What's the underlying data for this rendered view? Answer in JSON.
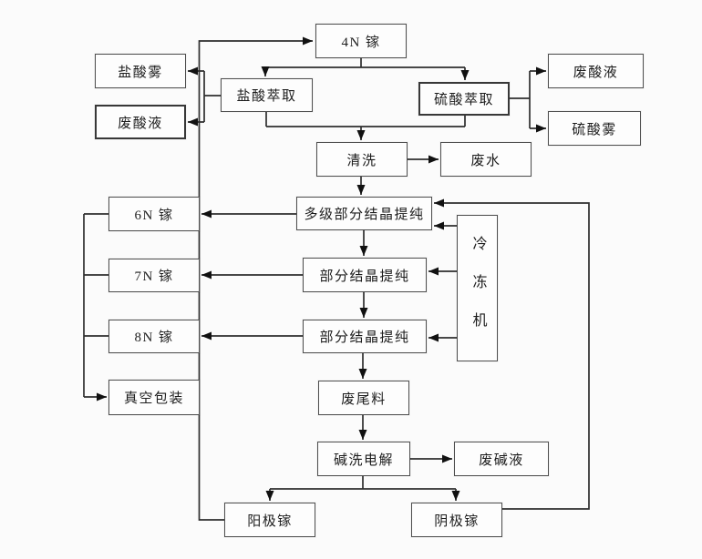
{
  "diagram": {
    "type": "flowchart",
    "language": "zh-CN",
    "background_color": "#fbfbfb",
    "line_color": "#2e2e2e",
    "box_border_color": "#4e4e4e",
    "text_color": "#1c1c1c",
    "nodes": {
      "ga4n": {
        "label": "4N 镓"
      },
      "hcl_mist": {
        "label": "盐酸雾"
      },
      "waste_acid_left": {
        "label": "废酸液"
      },
      "hcl_extract": {
        "label": "盐酸萃取"
      },
      "h2so4_extract": {
        "label": "硫酸萃取"
      },
      "waste_acid_right": {
        "label": "废酸液"
      },
      "h2so4_mist": {
        "label": "硫酸雾"
      },
      "wash": {
        "label": "清洗"
      },
      "waste_water": {
        "label": "废水"
      },
      "multi_stage_crystal": {
        "label": "多级部分结晶提纯"
      },
      "ga6n": {
        "label": "6N 镓"
      },
      "crystal1": {
        "label": "部分结晶提纯"
      },
      "ga7n": {
        "label": "7N 镓"
      },
      "crystal2": {
        "label": "部分结晶提纯"
      },
      "ga8n": {
        "label": "8N 镓"
      },
      "freezer": {
        "label": "冷冻机"
      },
      "vacuum_pack": {
        "label": "真空包装"
      },
      "waste_tailings": {
        "label": "废尾料"
      },
      "alkali_electrolysis": {
        "label": "碱洗电解"
      },
      "waste_alkali": {
        "label": "废碱液"
      },
      "anode_ga": {
        "label": "阳极镓"
      },
      "cathode_ga": {
        "label": "阴极镓"
      }
    },
    "edges": [
      {
        "from": "ga4n",
        "to": "hcl_extract"
      },
      {
        "from": "ga4n",
        "to": "h2so4_extract"
      },
      {
        "from": "hcl_extract",
        "to": "hcl_mist"
      },
      {
        "from": "hcl_extract",
        "to": "waste_acid_left"
      },
      {
        "from": "h2so4_extract",
        "to": "waste_acid_right"
      },
      {
        "from": "h2so4_extract",
        "to": "h2so4_mist"
      },
      {
        "from": "hcl_extract",
        "to": "wash"
      },
      {
        "from": "h2so4_extract",
        "to": "wash"
      },
      {
        "from": "wash",
        "to": "waste_water"
      },
      {
        "from": "wash",
        "to": "multi_stage_crystal"
      },
      {
        "from": "multi_stage_crystal",
        "to": "ga6n"
      },
      {
        "from": "multi_stage_crystal",
        "to": "crystal1"
      },
      {
        "from": "crystal1",
        "to": "ga7n"
      },
      {
        "from": "crystal1",
        "to": "crystal2"
      },
      {
        "from": "crystal2",
        "to": "ga8n"
      },
      {
        "from": "crystal2",
        "to": "waste_tailings"
      },
      {
        "from": "ga6n",
        "to": "vacuum_pack"
      },
      {
        "from": "ga7n",
        "to": "vacuum_pack"
      },
      {
        "from": "ga8n",
        "to": "vacuum_pack"
      },
      {
        "from": "freezer",
        "to": "multi_stage_crystal"
      },
      {
        "from": "freezer",
        "to": "crystal1"
      },
      {
        "from": "freezer",
        "to": "crystal2"
      },
      {
        "from": "waste_tailings",
        "to": "alkali_electrolysis"
      },
      {
        "from": "alkali_electrolysis",
        "to": "waste_alkali"
      },
      {
        "from": "alkali_electrolysis",
        "to": "anode_ga"
      },
      {
        "from": "alkali_electrolysis",
        "to": "cathode_ga"
      },
      {
        "from": "anode_ga",
        "to": "ga4n"
      },
      {
        "from": "cathode_ga",
        "to": "multi_stage_crystal"
      }
    ]
  }
}
